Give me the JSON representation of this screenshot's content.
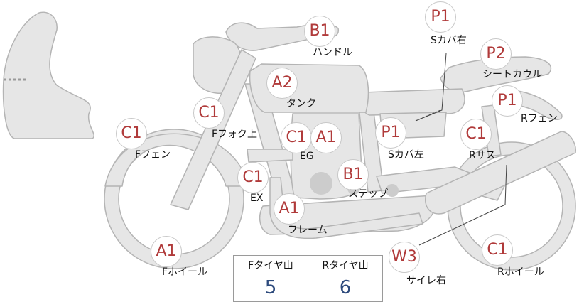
{
  "parts": [
    {
      "code": "B1",
      "label": "ハンドル"
    },
    {
      "code": "P1",
      "label": "Sカバ右"
    },
    {
      "code": "P2",
      "label": "シートカウル"
    },
    {
      "code": "A2",
      "label": "タンク"
    },
    {
      "code": "P1",
      "label": "Rフェン"
    },
    {
      "code": "C1",
      "label": "Fフォク上"
    },
    {
      "code": "C1",
      "label": "Fフェン"
    },
    {
      "code": "C1",
      "label": ""
    },
    {
      "code": "A1",
      "label": "EG"
    },
    {
      "code": "P1",
      "label": "Sカバ左"
    },
    {
      "code": "C1",
      "label": "Rサス"
    },
    {
      "code": "B1",
      "label": "ステップ"
    },
    {
      "code": "C1",
      "label": "EX"
    },
    {
      "code": "A1",
      "label": "フレーム"
    },
    {
      "code": "A1",
      "label": "Fホイール"
    },
    {
      "code": "W3",
      "label": "サイレ右"
    },
    {
      "code": "C1",
      "label": "Rホイール"
    }
  ],
  "tire_table": {
    "front_header": "Fタイヤ山",
    "rear_header": "Rタイヤ山",
    "front_value": "5",
    "rear_value": "6"
  },
  "colors": {
    "code_text": "#b03a3a",
    "value_text": "#2d4a7c",
    "body_fill": "#e6e6e6",
    "body_stroke": "#b4b4b4"
  }
}
